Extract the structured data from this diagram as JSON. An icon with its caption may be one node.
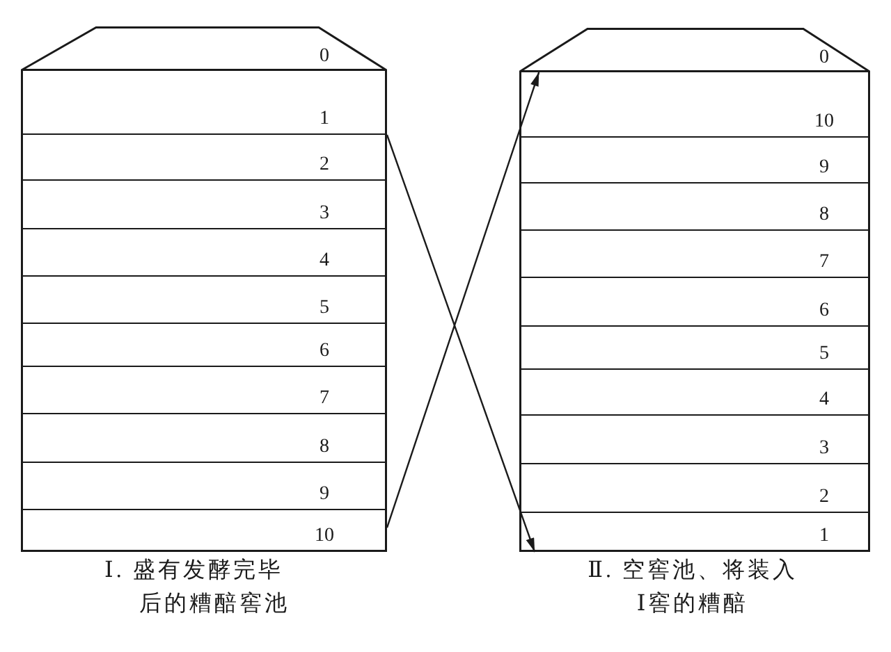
{
  "diagram": {
    "nodes": [
      {
        "text": [
          "Ⅰ. 盛有发酵完毕后的糟醅窖池"
        ]
      },
      {
        "text": [
          "0"
        ],
        "in": 0
      },
      {
        "text": [
          "1"
        ],
        "in": 0
      },
      {
        "text": [
          "2"
        ],
        "in": 0
      },
      {
        "text": [
          "3"
        ],
        "in": 0
      },
      {
        "text": [
          "4"
        ],
        "in": 0
      },
      {
        "text": [
          "5"
        ],
        "in": 0
      },
      {
        "text": [
          "6"
        ],
        "in": 0
      },
      {
        "text": [
          "7"
        ],
        "in": 0
      },
      {
        "text": [
          "8"
        ],
        "in": 0
      },
      {
        "text": [
          "9"
        ],
        "in": 0
      },
      {
        "text": [
          "10"
        ],
        "in": 0
      },
      {
        "text": [
          "Ⅱ. 空窖池、将装入Ⅰ窖的糟醅"
        ]
      },
      {
        "text": [
          "0"
        ],
        "in": 12
      },
      {
        "text": [
          "10"
        ],
        "in": 12
      },
      {
        "text": [
          "9"
        ],
        "in": 12
      },
      {
        "text": [
          "8"
        ],
        "in": 12
      },
      {
        "text": [
          "7"
        ],
        "in": 12
      },
      {
        "text": [
          "6"
        ],
        "in": 12
      },
      {
        "text": [
          "5"
        ],
        "in": 12
      },
      {
        "text": [
          "4"
        ],
        "in": 12
      },
      {
        "text": [
          "3"
        ],
        "in": 12
      },
      {
        "text": [
          "2"
        ],
        "in": 12
      },
      {
        "text": [
          "1"
        ],
        "in": 12
      }
    ],
    "edges": [
      {
        "from": 2,
        "to": 23,
        "arrow": "to"
      },
      {
        "from": 11,
        "to": 14,
        "arrow": "to"
      }
    ]
  }
}
